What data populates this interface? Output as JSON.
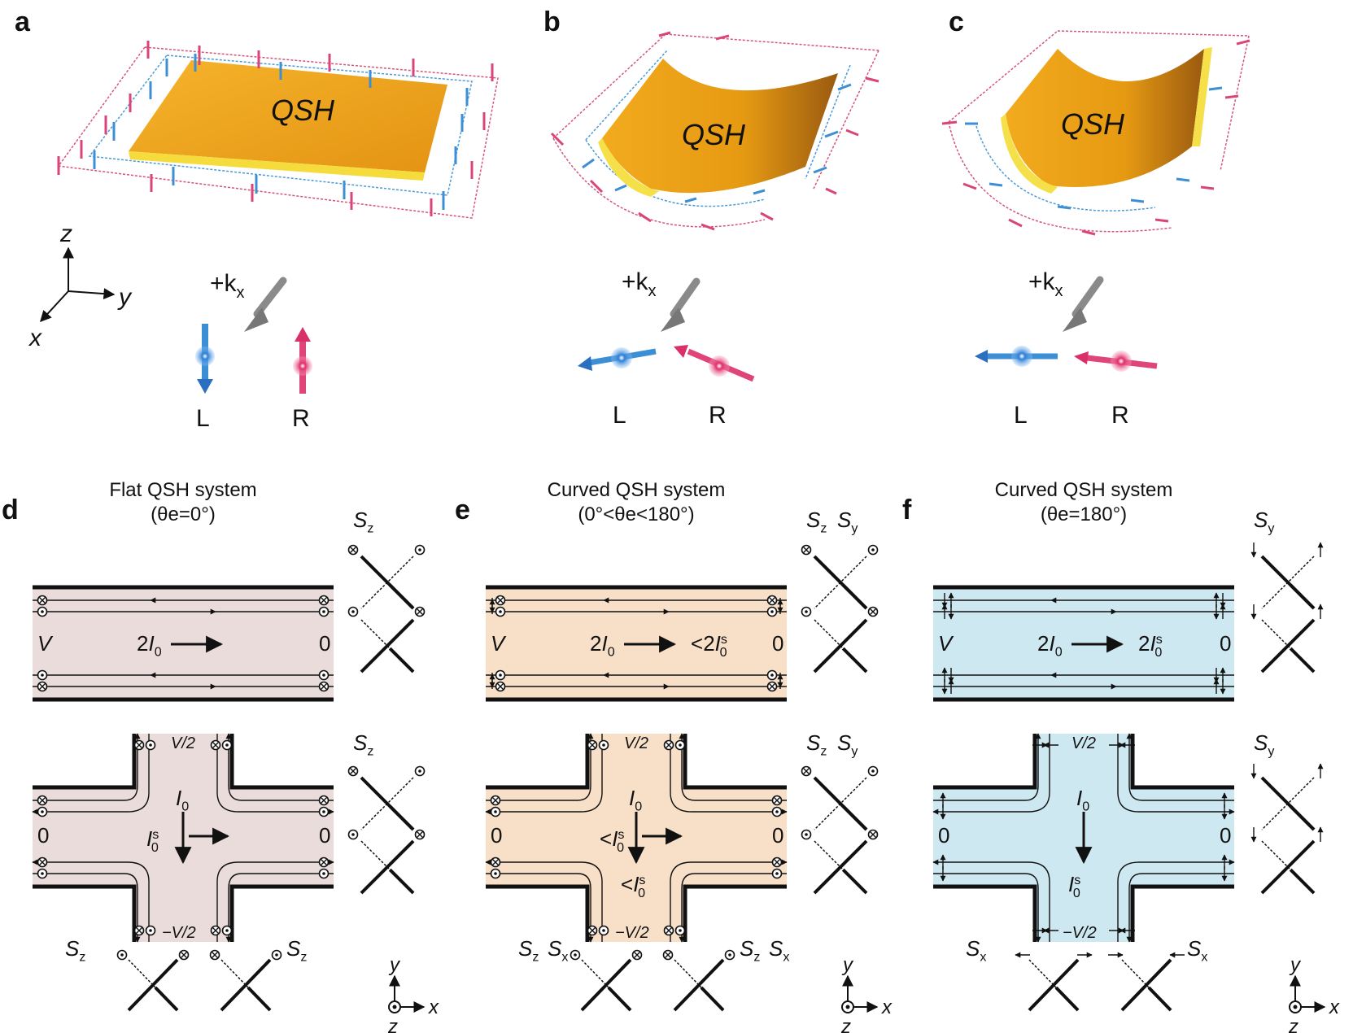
{
  "panels": {
    "a": {
      "letter": "a",
      "device": "QSH",
      "kx": "+k",
      "kx_sub": "x",
      "left": "L",
      "right": "R",
      "axes": {
        "z": "z",
        "y": "y",
        "x": "x"
      }
    },
    "b": {
      "letter": "b",
      "device": "QSH",
      "kx": "+k",
      "kx_sub": "x",
      "left": "L",
      "right": "R"
    },
    "c": {
      "letter": "c",
      "device": "QSH",
      "kx": "+k",
      "kx_sub": "x",
      "left": "L",
      "right": "R"
    },
    "d": {
      "letter": "d",
      "title": "Flat QSH system",
      "subtitle": "(θe=0°)",
      "spin_top": "Sz",
      "spin_cross": "Sz",
      "V": "V",
      "zero": "0",
      "current": "2I0",
      "spin_current": "",
      "vhalf": "V/2",
      "mvhalf": "−V/2",
      "I0": "I0",
      "Is0": "Is0",
      "Is0_down": "",
      "bottom_left": "Sz",
      "bottom_right": "Sz",
      "axes": {
        "y": "y",
        "x": "x",
        "z": "z"
      }
    },
    "e": {
      "letter": "e",
      "title": "Curved QSH system",
      "subtitle": "(0°<θe<180°)",
      "spin_top_1": "Sz",
      "spin_top_2": "Sy",
      "V": "V",
      "zero": "0",
      "current": "2I0",
      "spin_current": "<2Is0",
      "vhalf": "V/2",
      "mvhalf": "−V/2",
      "I0": "I0",
      "Is0": "<Is0",
      "Is0_down": "<Is0",
      "bottom_left": "Sz Sx",
      "bottom_right": "Sz Sx",
      "axes": {
        "y": "y",
        "x": "x",
        "z": "z"
      }
    },
    "f": {
      "letter": "f",
      "title": "Curved QSH system",
      "subtitle": "(θe=180°)",
      "spin_top": "Sy",
      "V": "V",
      "zero": "0",
      "current": "2I0",
      "spin_current": "2Is0",
      "vhalf": "V/2",
      "mvhalf": "−V/2",
      "I0": "I0",
      "Is0": "",
      "Is0_down": "Is0",
      "bottom_left": "Sx",
      "bottom_right": "Sx",
      "axes": {
        "y": "y",
        "x": "x",
        "z": "z"
      }
    }
  },
  "colors": {
    "blue_arrow": "#3b8fd8",
    "red_arrow": "#e23a6b",
    "plate_gold": "#f0a81e",
    "plate_edge": "#f5e04a",
    "bg_flat": "#ebdcdc",
    "bg_curved": "#f8e0c8",
    "bg_180": "#cde8f0",
    "text_blue": "#1f2d8a",
    "text_red": "#d42020"
  }
}
